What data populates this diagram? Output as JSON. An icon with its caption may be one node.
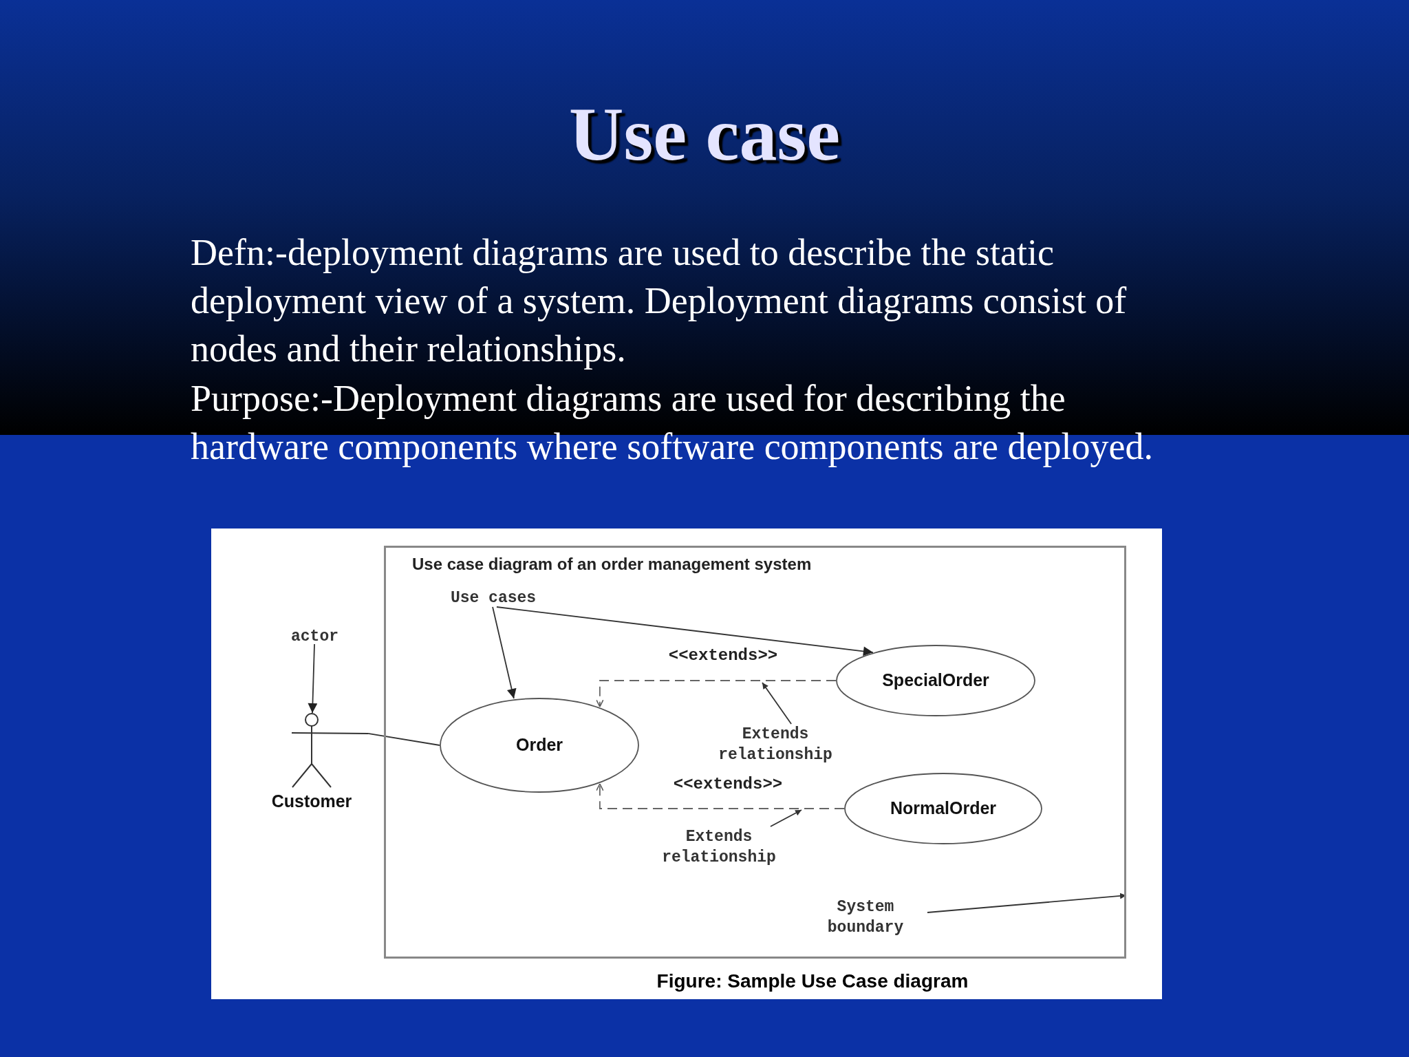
{
  "diagram": {
    "title": "Use case",
    "caption": "Figure: Sample Use Case diagram",
    "nodes": [
      {
        "text": [
          "Use case diagram of an order management system"
        ]
      },
      {
        "text": [
          "actor"
        ]
      },
      {
        "text": [
          "Customer"
        ]
      },
      {
        "text": [
          "Use cases"
        ],
        "in": 0
      },
      {
        "text": [
          "Order"
        ],
        "in": 0
      },
      {
        "text": [
          "SpecialOrder"
        ],
        "in": 0
      },
      {
        "text": [
          "NormalOrder"
        ],
        "in": 0
      },
      {
        "text": [
          "Extends relationship"
        ],
        "in": 0
      },
      {
        "text": [
          "Extends relationship"
        ],
        "in": 0
      },
      {
        "text": [
          "System boundary"
        ],
        "in": 0
      }
    ],
    "edges": [
      {
        "from": 1,
        "to": 2,
        "arrow": "to"
      },
      {
        "from": 2,
        "to": 4,
        "arrow": "none"
      },
      {
        "from": 3,
        "to": 4,
        "arrow": "to"
      },
      {
        "from": 3,
        "to": 5,
        "arrow": "to"
      },
      {
        "from": 5,
        "to": 4,
        "arrow": "to",
        "style": "dashed",
        "label": "<<extends>>"
      },
      {
        "from": 6,
        "to": 4,
        "arrow": "to",
        "style": "dashed",
        "label": "<<extends>>"
      },
      {
        "from": 7,
        "to": null,
        "arrow": "to"
      },
      {
        "from": 8,
        "to": null,
        "arrow": "to"
      },
      {
        "from": 9,
        "to": 0,
        "arrow": "to"
      }
    ],
    "labels": [
      "Defn:-deployment diagrams are used to describe the static deployment view of a system. Deployment diagrams consist of nodes and their relationships.",
      "Purpose:-Deployment diagrams are used for describing the hardware components where software components are deployed."
    ]
  }
}
